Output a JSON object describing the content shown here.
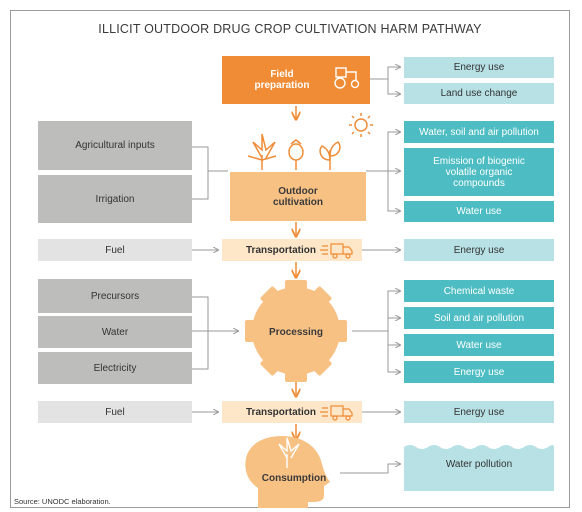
{
  "title": "ILLICIT OUTDOOR DRUG CROP CULTIVATION HARM PATHWAY",
  "source": "Source: UNODC elaboration.",
  "stages": {
    "field_preparation": "Field preparation",
    "outdoor_cultivation": "Outdoor cultivation",
    "transportation_1": "Transportation",
    "processing": "Processing",
    "transportation_2": "Transportation",
    "consumption": "Consumption"
  },
  "inputs": {
    "agricultural_inputs": "Agricultural inputs",
    "irrigation": "Irrigation",
    "fuel_1": "Fuel",
    "precursors": "Precursors",
    "water": "Water",
    "electricity": "Electricity",
    "fuel_2": "Fuel"
  },
  "outputs": {
    "field_energy": "Energy use",
    "field_land": "Land use change",
    "cult_pollution": "Water, soil and air pollution",
    "cult_emission": "Emission of biogenic volatile organic compounds",
    "cult_water": "Water use",
    "trans1_energy": "Energy use",
    "proc_chemical": "Chemical waste",
    "proc_soil": "Soil and air pollution",
    "proc_water": "Water use",
    "proc_energy": "Energy use",
    "trans2_energy": "Energy use",
    "cons_water": "Water pollution"
  },
  "colors": {
    "grey": "#bdbdbc",
    "light_grey": "#e3e3e3",
    "teal": "#4dbdc3",
    "light_teal": "#b7e1e5",
    "orange": "#f08c35",
    "peach": "#f8c184",
    "cream": "#fde7c8"
  },
  "icons": [
    "tractor-icon",
    "sun-icon",
    "cannabis-leaf-icon",
    "poppy-icon",
    "coca-plant-icon",
    "truck-icon",
    "gear-icon",
    "head-icon",
    "wave-icon"
  ]
}
